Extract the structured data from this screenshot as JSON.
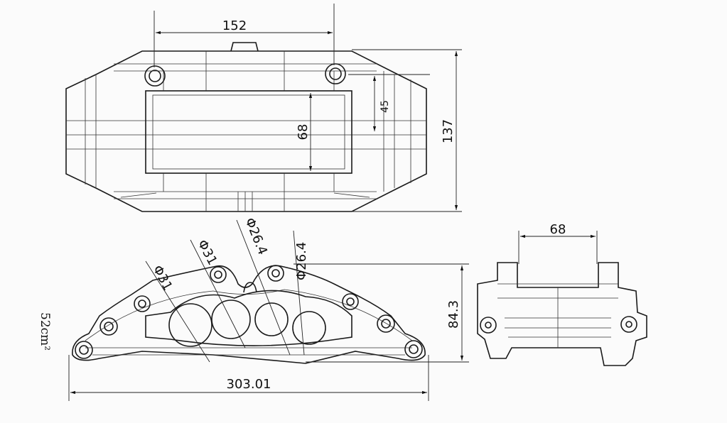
{
  "title": "Brake caliper technical drawing",
  "top_view": {
    "dim_width": "152",
    "dim_offset": "45",
    "dim_pad": "68",
    "dim_height": "137"
  },
  "front_view": {
    "piston_1": "Φ31",
    "piston_2": "Φ31",
    "piston_3": "Φ26.4",
    "piston_4": "Φ26.4",
    "dim_height": "84.3",
    "dim_length": "303.01",
    "area_note": "52cm²"
  },
  "side_view": {
    "dim_width": "68"
  }
}
